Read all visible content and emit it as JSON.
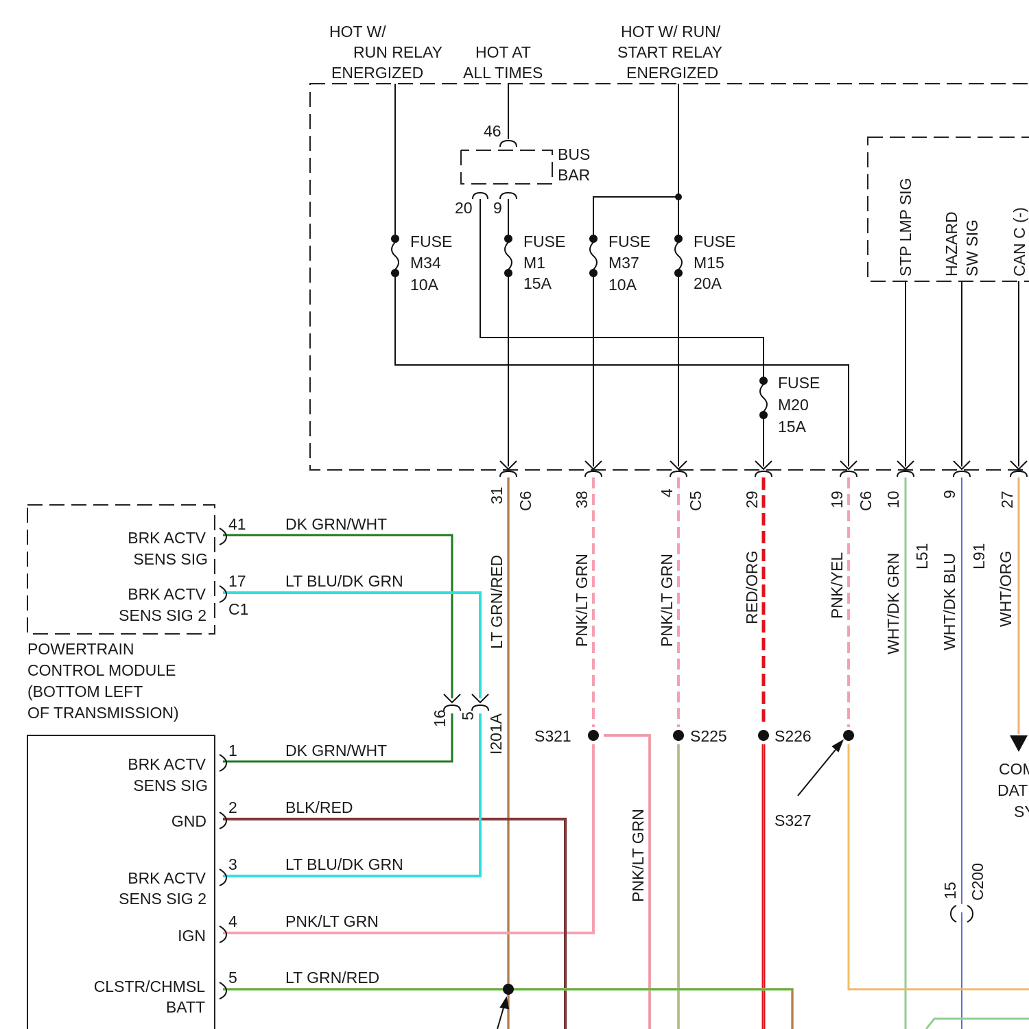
{
  "sources": {
    "run_relay": [
      "HOT W/",
      "RUN RELAY",
      "ENERGIZED"
    ],
    "all_times": [
      "HOT AT",
      "ALL TIMES"
    ],
    "run_start_relay": [
      "HOT W/ RUN/",
      "START RELAY",
      "ENERGIZED"
    ]
  },
  "bus_bar": {
    "label": [
      "BUS",
      "BAR"
    ],
    "pin_in": "46",
    "pin_a": "20",
    "pin_b": "9"
  },
  "fuses": [
    {
      "id": "m34",
      "lines": [
        "FUSE",
        "M34",
        "10A"
      ]
    },
    {
      "id": "m1",
      "lines": [
        "FUSE",
        "M1",
        "15A"
      ]
    },
    {
      "id": "m37",
      "lines": [
        "FUSE",
        "M37",
        "10A"
      ]
    },
    {
      "id": "m15",
      "lines": [
        "FUSE",
        "M15",
        "20A"
      ]
    },
    {
      "id": "m20",
      "lines": [
        "FUSE",
        "M20",
        "15A"
      ]
    }
  ],
  "module_signals": [
    "STP LMP SIG",
    "HAZARD",
    "SW SIG",
    "CAN C (-)"
  ],
  "harness": {
    "pins": [
      "31",
      "38",
      "4",
      "29",
      "19",
      "10",
      "9",
      "27"
    ],
    "connectors": [
      "C6",
      "C5",
      "C6"
    ],
    "wires": [
      "LT GRN/RED",
      "PNK/LT GRN",
      "PNK/LT GRN",
      "RED/ORG",
      "PNK/YEL",
      "WHT/DK GRN",
      "WHT/DK BLU",
      "WHT/ORG"
    ],
    "circuits": [
      "L51",
      "L91"
    ]
  },
  "pcm": {
    "signals": [
      [
        "BRK ACTV",
        "SENS SIG"
      ],
      [
        "BRK ACTV",
        "SENS SIG 2"
      ]
    ],
    "pins": [
      "41",
      "17"
    ],
    "connector": "C1",
    "wires": [
      "DK GRN/WHT",
      "LT BLU/DK GRN"
    ],
    "name": [
      "POWERTRAIN",
      "CONTROL MODULE",
      "(BOTTOM LEFT",
      "OF TRANSMISSION)"
    ]
  },
  "inline_connector": {
    "pin_a": "16",
    "pin_b": "5",
    "name": "I201A"
  },
  "splices": [
    "S321",
    "S225",
    "S226",
    "S327"
  ],
  "switch": {
    "signals": [
      [
        "BRK ACTV",
        "SENS SIG"
      ],
      [
        "GND"
      ],
      [
        "BRK ACTV",
        "SENS SIG 2"
      ],
      [
        "IGN"
      ],
      [
        "CLSTR/CHMSL",
        "BATT"
      ]
    ],
    "pins": [
      "1",
      "2",
      "3",
      "4",
      "5"
    ],
    "wires": [
      "DK GRN/WHT",
      "BLK/RED",
      "LT BLU/DK GRN",
      "PNK/LT GRN",
      "LT GRN/RED"
    ]
  },
  "vertical_pnk": "PNK/LT GRN",
  "c200": {
    "pin": "15",
    "name": "C200"
  },
  "data_bus": [
    "COM",
    "DAT",
    "SY"
  ],
  "colors": {
    "dk_grn": "#1e7a1e",
    "lt_blu": "#2fe0e0",
    "lt_grn": "#7ed36a",
    "pnk": "#f4a1b2",
    "red": "#e0141e",
    "blk_red": "#6b2b2b",
    "wht_org": "#f0b070",
    "wht_blu": "#5b6fd0",
    "wht_grn": "#8fcf8f"
  }
}
